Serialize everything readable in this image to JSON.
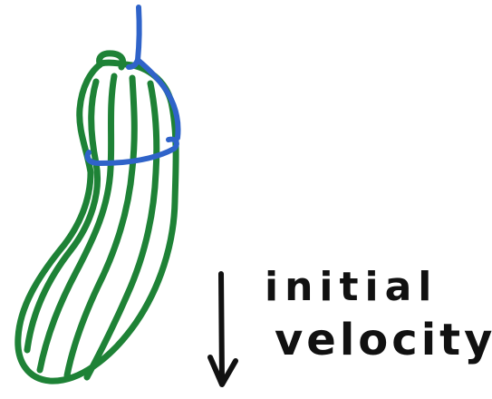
{
  "diagram": {
    "label_line1": "initial",
    "label_line2": "velocity",
    "colors": {
      "cucumber": "#1e8236",
      "string": "#2f63c9",
      "ink": "#111111",
      "background": "#ffffff"
    },
    "icons": [
      "cucumber-illustration",
      "string-loop",
      "down-arrow-icon"
    ]
  }
}
